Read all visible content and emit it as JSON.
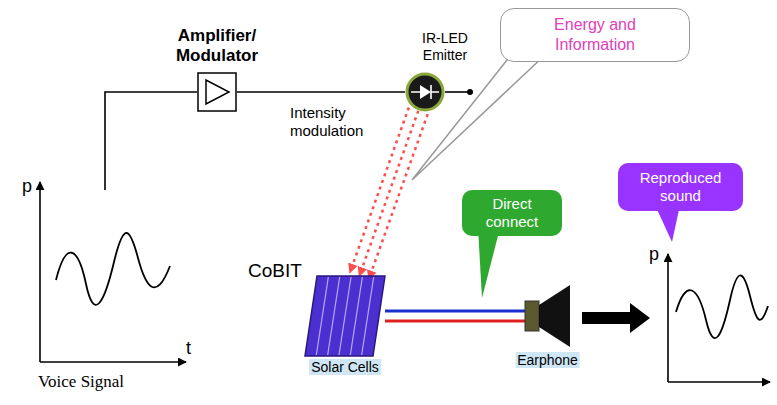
{
  "diagram": {
    "nodes": [
      {
        "text": [
          "Amplifier/ Modulator"
        ]
      },
      {
        "text": [
          "IR-LED Emitter"
        ]
      },
      {
        "text": [
          "Energy and Information"
        ]
      },
      {
        "text": [
          "Reproduced sound"
        ]
      },
      {
        "text": [
          "Direct connect"
        ]
      },
      {
        "text": [
          "CoBIT"
        ]
      },
      {
        "text": [
          "Solar Cells"
        ],
        "in": 5
      },
      {
        "text": [
          "Earphone"
        ],
        "in": 5
      }
    ],
    "edges": [
      {
        "from": 0,
        "to": 1,
        "arrow": "none"
      },
      {
        "from": 1,
        "to": 6,
        "arrow": "to"
      },
      {
        "from": 6,
        "to": 7,
        "arrow": "none"
      }
    ],
    "labels": [
      "p",
      "t",
      "Voice Signal",
      "Intensity modulation",
      "p"
    ]
  }
}
